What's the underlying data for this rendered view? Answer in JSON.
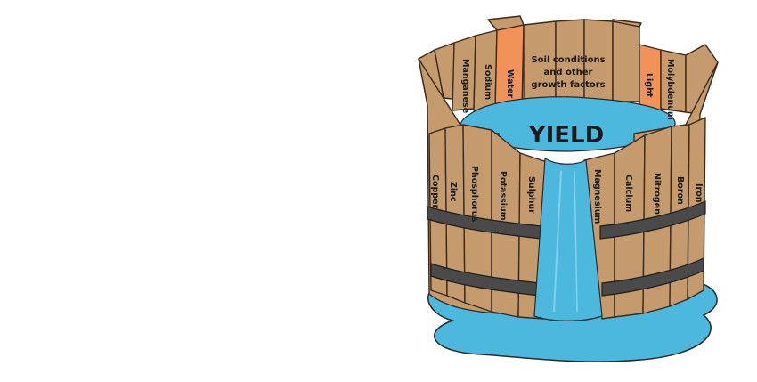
{
  "diagram": {
    "center_label": "YIELD",
    "staves": {
      "back_left": [
        {
          "label": "Manganese"
        },
        {
          "label": "Sodium"
        },
        {
          "label": "Water",
          "highlight": true
        }
      ],
      "back_center_lines": [
        "Soil conditions",
        "and other",
        "growth factors"
      ],
      "back_right": [
        {
          "label": "Light",
          "highlight": true
        },
        {
          "label": "Molybdenum"
        }
      ],
      "front_left": [
        {
          "label": "Copper"
        },
        {
          "label": "Zinc"
        },
        {
          "label": "Phosphorus"
        },
        {
          "label": "Potassium"
        },
        {
          "label": "Sulphur"
        }
      ],
      "front_right": [
        {
          "label": "Magnesium"
        },
        {
          "label": "Calcium"
        },
        {
          "label": "Nitrogen"
        },
        {
          "label": "Boron"
        },
        {
          "label": "Iron"
        }
      ]
    },
    "colors": {
      "wood": "#c59a6c",
      "wood_edge": "#3a2a1e",
      "highlight": "#f19359",
      "water": "#4db8de",
      "water_light": "#82d0ec",
      "band": "#4a4a4a"
    }
  }
}
